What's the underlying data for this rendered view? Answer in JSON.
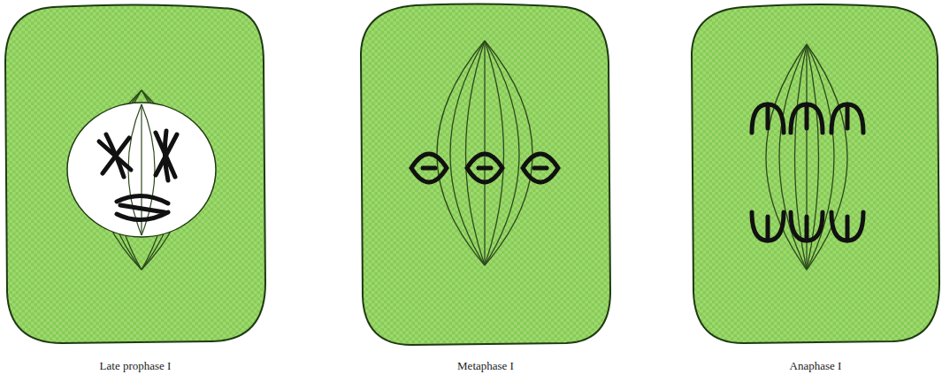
{
  "diagram": {
    "labels": [
      "Late prophase I",
      "Metaphase I",
      "Anaphase I"
    ]
  }
}
